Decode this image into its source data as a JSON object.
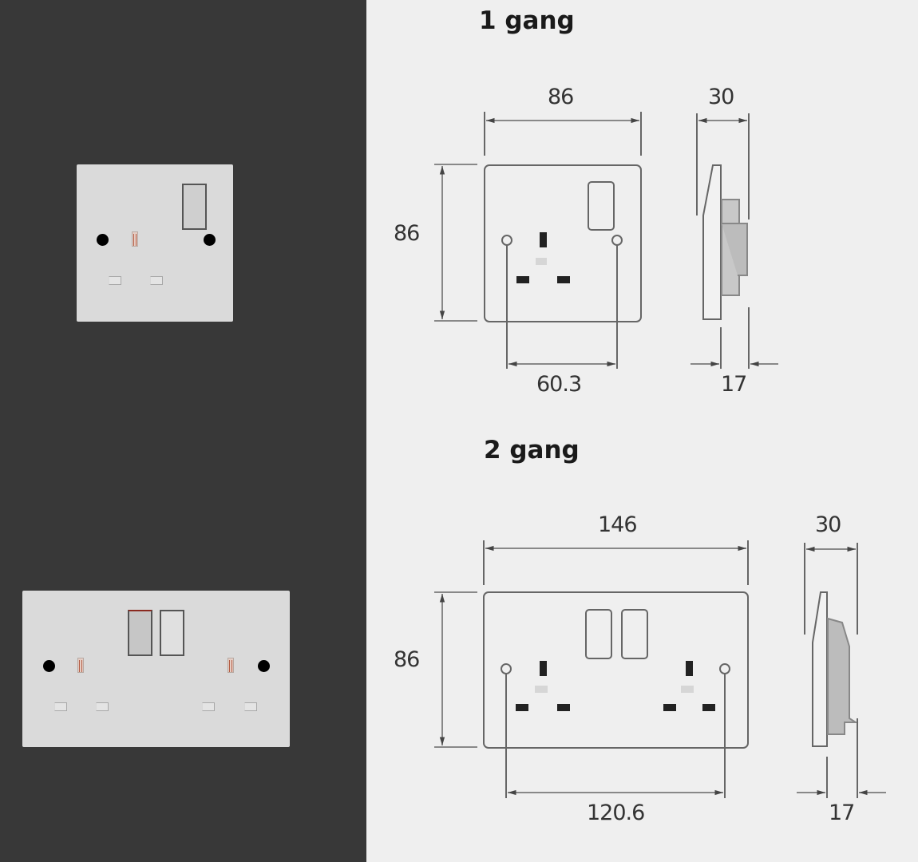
{
  "panels": {
    "left": {
      "background": "#383838"
    },
    "right": {
      "background": "#efefef"
    }
  },
  "photos": [
    {
      "name": "1 gang socket photo",
      "switches": 1,
      "sockets": 1
    },
    {
      "name": "2 gang socket photo",
      "switches": 2,
      "sockets": 2
    }
  ],
  "drawings": {
    "one_gang": {
      "title": "1 gang",
      "front": {
        "width": "86",
        "height": "86",
        "fixing_centres": "60.3"
      },
      "side": {
        "depth": "30",
        "projection": "17"
      }
    },
    "two_gang": {
      "title": "2 gang",
      "front": {
        "width": "146",
        "height": "86",
        "fixing_centres": "120.6"
      },
      "side": {
        "depth": "30",
        "projection": "17"
      }
    }
  },
  "colors": {
    "plate": "#dadada",
    "drawing_line": "#666666",
    "switch_accent": "#8b2a20",
    "earth_contact": "#b45e45"
  }
}
